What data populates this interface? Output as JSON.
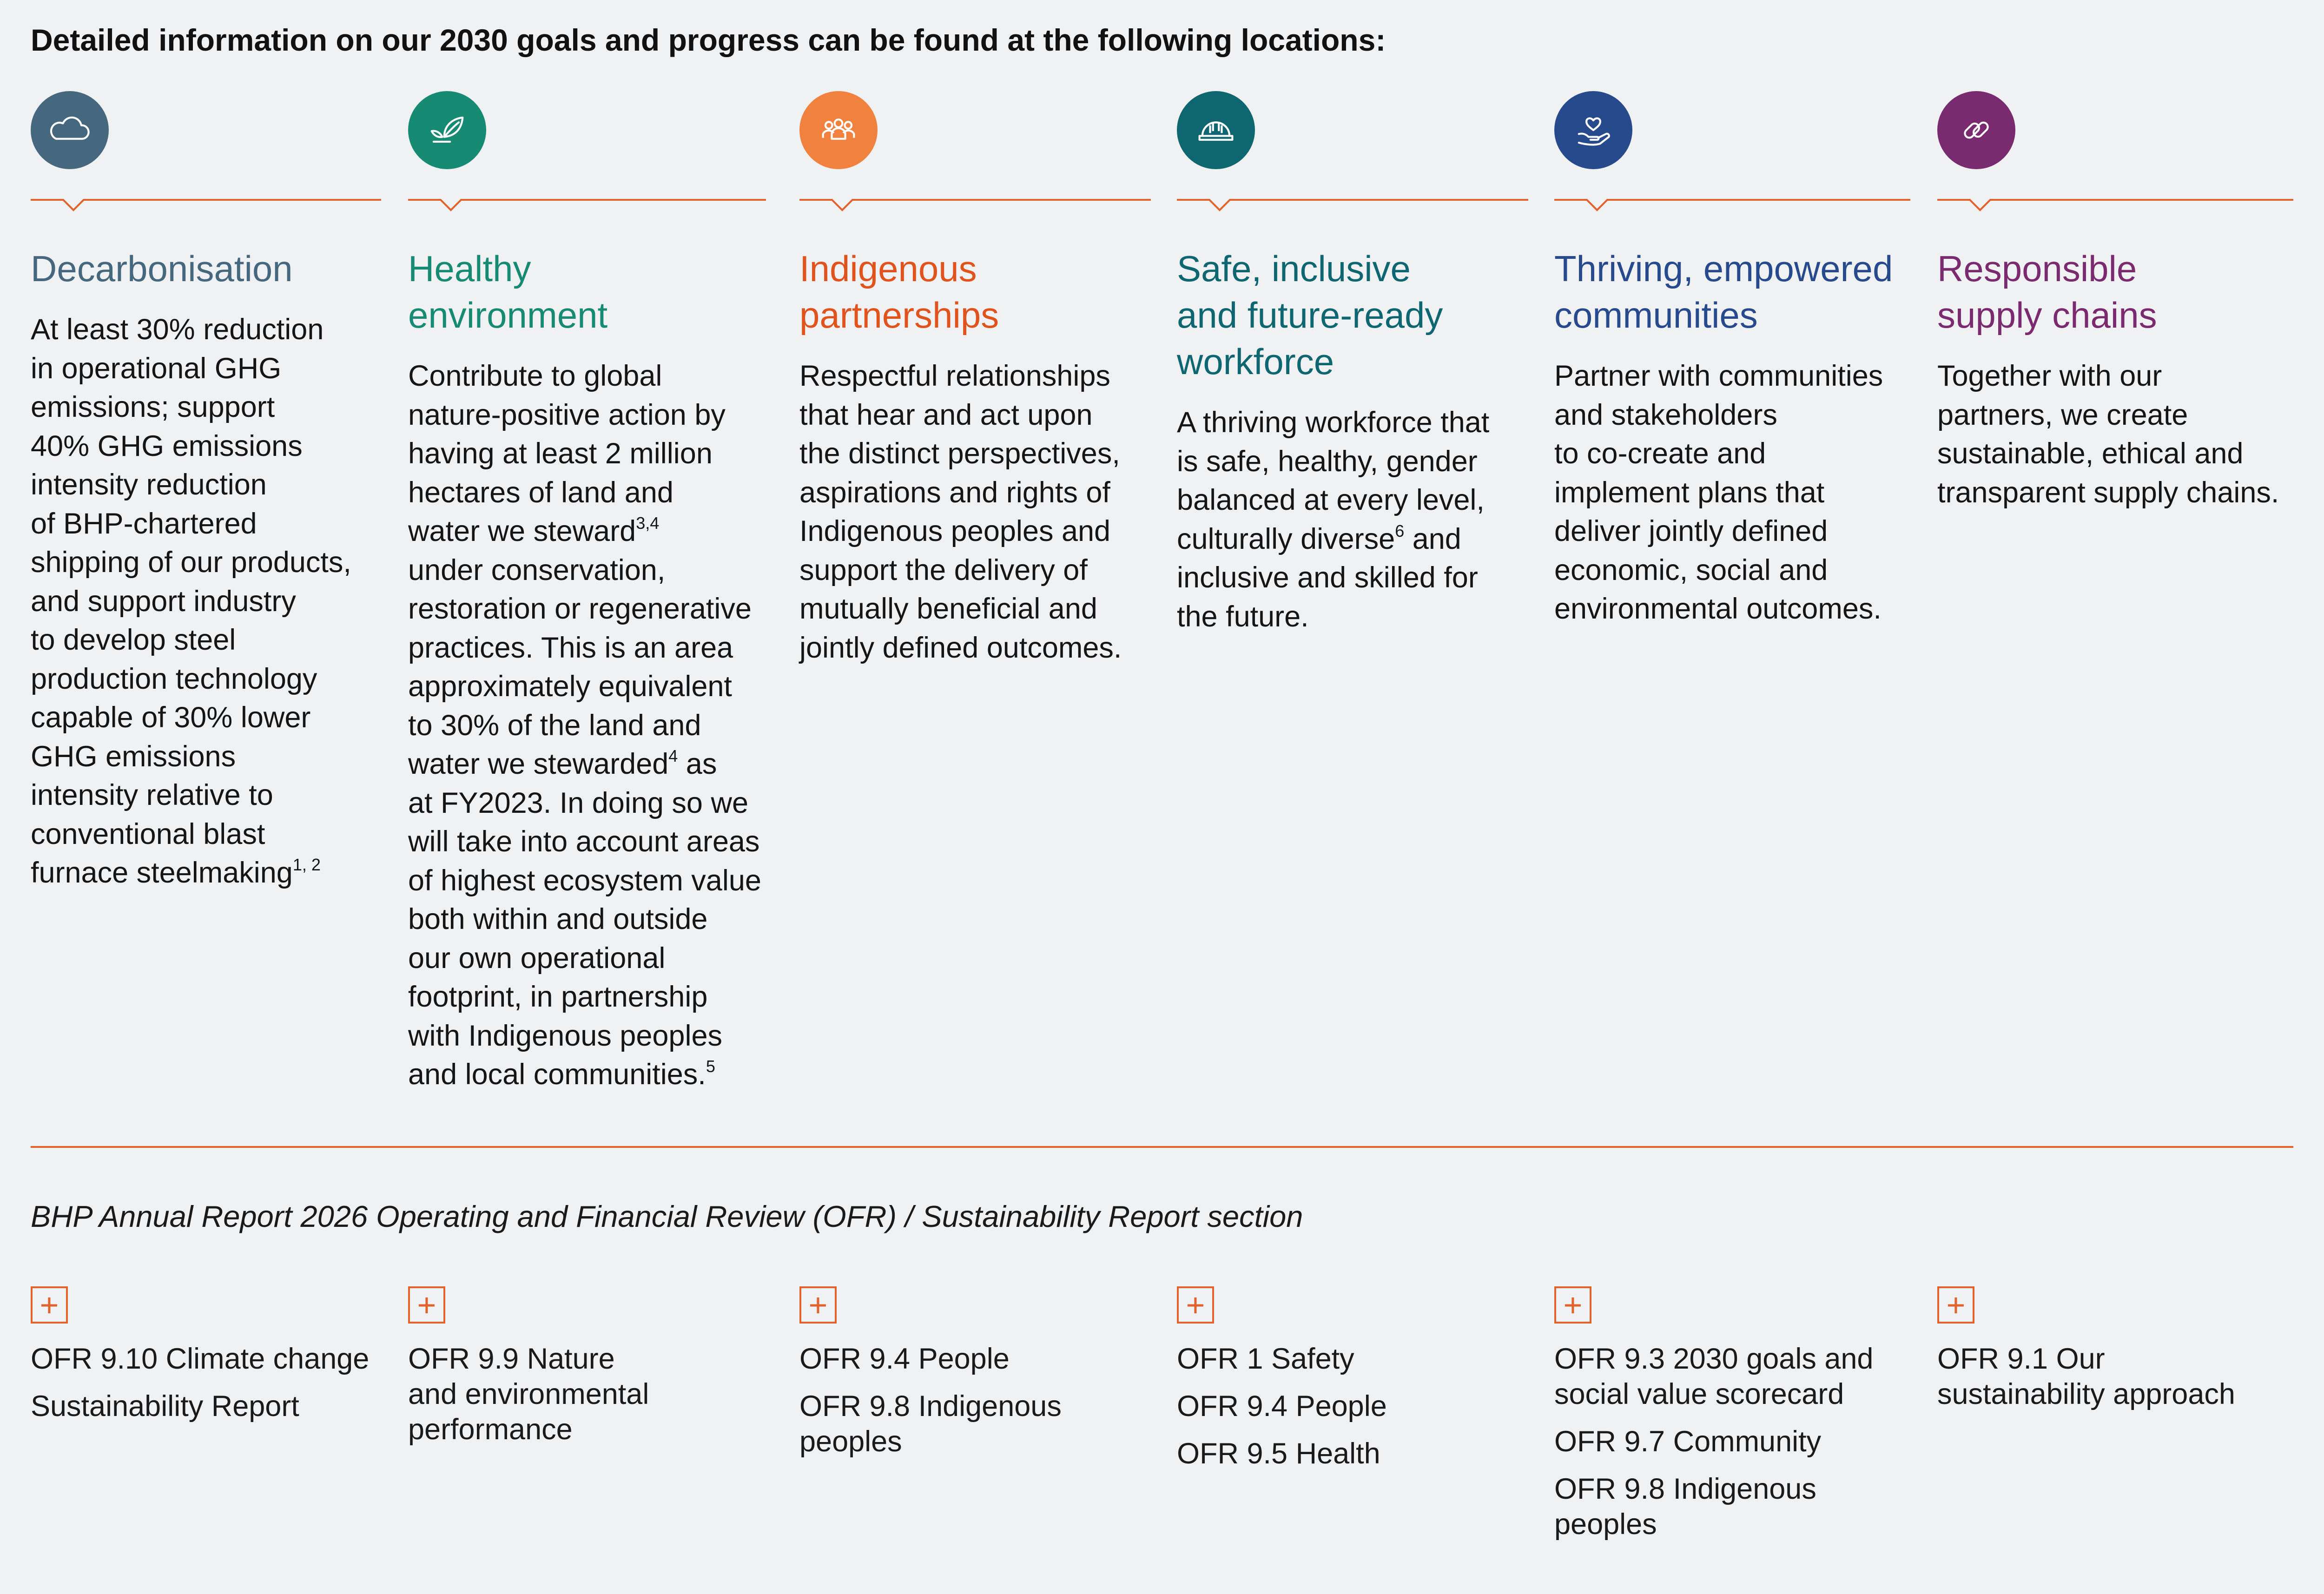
{
  "heading": "Detailed information on our 2030 goals and progress can be found at the following locations:",
  "section_caption": "BHP Annual Report 2026 Operating and Financial Review (OFR) / Sustainability Report section",
  "accent_color": "#e0622c",
  "pillars": [
    {
      "icon": "cloud-icon",
      "color": "#46687e",
      "title": "Decarbonisation",
      "description": "At least 30% reduction\nin operational GHG\nemissions; support\n40% GHG emissions\nintensity reduction\nof BHP-chartered\nshipping of our products,\nand support industry\nto develop steel\nproduction technology\ncapable of 30% lower\nGHG emissions\nintensity relative to\nconventional blast\nfurnace steelmaking",
      "footnote": "1, 2",
      "refs": [
        "OFR 9.10 Climate change",
        "Sustainability Report"
      ]
    },
    {
      "icon": "leaf-hand-icon",
      "color": "#168a72",
      "title": "Healthy\nenvironment",
      "description_parts": [
        "Contribute to global\nnature-positive action by\nhaving at least 2 million\nhectares of land and\nwater we steward",
        "under conservation,\nrestoration or regenerative\npractices. This is an area\napproximately equivalent\nto 30% of the land and\nwater we stewarded",
        " as\nat FY2023. In doing so we\nwill take into account areas\nof highest ecosystem value\nboth within and outside\nour own operational\nfootprint, in partnership\nwith Indigenous peoples\nand local communities."
      ],
      "footnotes": [
        "3,4",
        "4",
        "5"
      ],
      "refs": [
        "OFR 9.9 Nature\nand environmental\nperformance"
      ]
    },
    {
      "icon": "people-group-icon",
      "color": "#f0813f",
      "title": "Indigenous\npartnerships",
      "title_color": "#e0531c",
      "description": "Respectful relationships\nthat hear and act upon\nthe distinct perspectives,\naspirations and rights of\nIndigenous peoples and\nsupport the delivery of\nmutually beneficial and\njointly defined outcomes.",
      "refs": [
        "OFR 9.4 People",
        "OFR 9.8 Indigenous\npeoples"
      ]
    },
    {
      "icon": "hard-hat-icon",
      "color": "#0d6670",
      "title": "Safe, inclusive\nand future-ready\nworkforce",
      "description_parts": [
        "A thriving workforce that\nis safe, healthy, gender\nbalanced at every level,\nculturally diverse",
        " and\ninclusive and skilled for\nthe future."
      ],
      "footnotes": [
        "6"
      ],
      "refs": [
        "OFR 1 Safety",
        "OFR 9.4 People",
        "OFR 9.5 Health"
      ]
    },
    {
      "icon": "heart-hand-icon",
      "color": "#274a8c",
      "title": "Thriving, empowered\ncommunities",
      "description": "Partner with communities\nand stakeholders\nto co-create and\nimplement plans that\ndeliver jointly defined\neconomic, social and\nenvironmental outcomes.",
      "refs": [
        "OFR 9.3 2030 goals and\nsocial value scorecard",
        "OFR 9.7 Community",
        "OFR 9.8 Indigenous\npeoples"
      ]
    },
    {
      "icon": "chain-link-icon",
      "color": "#7a2a6e",
      "title": "Responsible\nsupply chains",
      "description": "Together with our\npartners, we create\nsustainable, ethical and\ntransparent supply chains.",
      "refs": [
        "OFR 9.1 Our\nsustainability approach"
      ]
    }
  ]
}
